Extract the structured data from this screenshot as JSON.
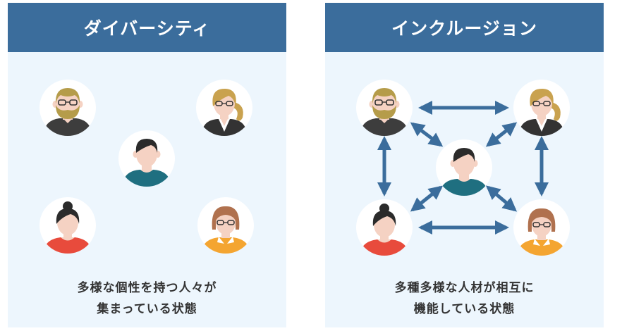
{
  "diversity": {
    "title": "ダイバーシティ",
    "caption_line1": "多様な個性を持つ人々が",
    "caption_line2": "集まっている状態"
  },
  "inclusion": {
    "title": "インクルージョン",
    "caption_line1": "多種多様な人材が相互に",
    "caption_line2": "機能している状態"
  },
  "people": [
    {
      "role": "bearded-man-glasses",
      "shirt": "#3d3d3d",
      "hair": "#b59c4a"
    },
    {
      "role": "woman-ponytail-glasses",
      "shirt": "#333333",
      "hair": "#c9a24f"
    },
    {
      "role": "man-dark-hair",
      "shirt": "#1f6f80",
      "hair": "#2b2b2b"
    },
    {
      "role": "woman-bun",
      "shirt": "#e84b3c",
      "hair": "#2b2b2b"
    },
    {
      "role": "woman-short-hair-glasses",
      "shirt": "#f4a531",
      "hair": "#b0714e"
    }
  ],
  "colors": {
    "header": "#3b6d9c",
    "panel": "#edf6fd",
    "arrow": "#3b6d9c",
    "skin": "#f5d2c3"
  }
}
